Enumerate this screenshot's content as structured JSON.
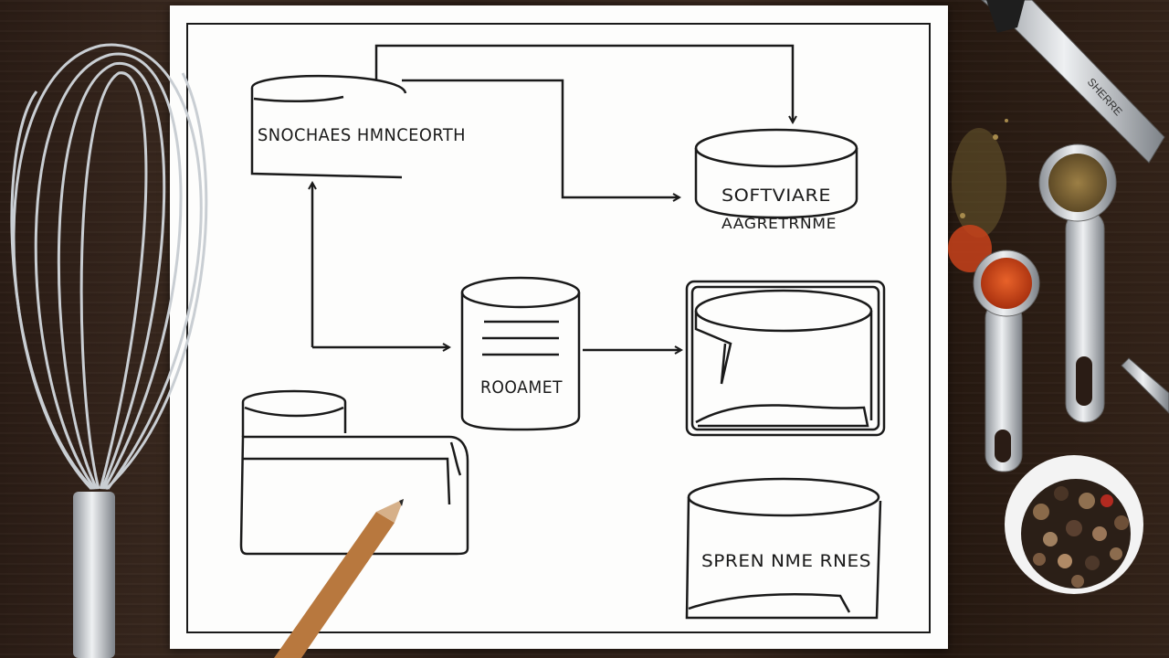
{
  "diagram": {
    "nodes": [
      {
        "id": "top-left-store",
        "label": "SNOCHAES HMNCEORTH"
      },
      {
        "id": "software-node",
        "label_line1": "SOFTVIARE",
        "label_line2": "AAGRETRNME"
      },
      {
        "id": "center-store",
        "label": "ROOAMET"
      },
      {
        "id": "bottom-right-store",
        "label": "SPREN NME RNES"
      },
      {
        "id": "right-frame-store",
        "label": ""
      },
      {
        "id": "bottom-left-store",
        "label": ""
      }
    ]
  },
  "props": {
    "measuring_spoon_label": "SHERRE"
  },
  "colors": {
    "table": "#2f2119",
    "paper": "#fdfdfc",
    "ink": "#1a1a1a",
    "paprika": "#d9461a",
    "pencil": "#b8783e"
  }
}
